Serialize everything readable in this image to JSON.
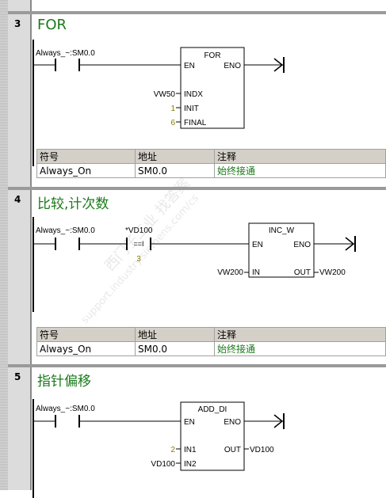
{
  "networks": [
    {
      "number": "3",
      "title": "FOR",
      "contact_label": "Always_~:SM0.0",
      "box": {
        "name": "FOR",
        "en": "EN",
        "eno": "ENO",
        "inputs": [
          {
            "operand": "VW50",
            "pin": "INDX"
          },
          {
            "operand": "1",
            "pin": "INIT"
          },
          {
            "operand": "6",
            "pin": "FINAL"
          }
        ]
      },
      "symbols": {
        "headers": [
          "符号",
          "地址",
          "注释"
        ],
        "rows": [
          [
            "Always_On",
            "SM0.0",
            "始终接通"
          ]
        ]
      }
    },
    {
      "number": "4",
      "title": "比较,计次数",
      "contact_label": "Always_~:SM0.0",
      "compare": {
        "operand1": "*VD100",
        "operator": "==I",
        "operand2": "3"
      },
      "box": {
        "name": "INC_W",
        "en": "EN",
        "eno": "ENO",
        "inputs": [
          {
            "operand": "VW200",
            "pin": "IN"
          }
        ],
        "outputs": [
          {
            "operand": "VW200",
            "pin": "OUT"
          }
        ]
      },
      "symbols": {
        "headers": [
          "符号",
          "地址",
          "注释"
        ],
        "rows": [
          [
            "Always_On",
            "SM0.0",
            "始终接通"
          ]
        ]
      }
    },
    {
      "number": "5",
      "title": "指针偏移",
      "contact_label": "Always_~:SM0.0",
      "box": {
        "name": "ADD_DI",
        "en": "EN",
        "eno": "ENO",
        "inputs": [
          {
            "operand": "2",
            "pin": "IN1"
          },
          {
            "operand": "VD100",
            "pin": "IN2"
          }
        ],
        "outputs": [
          {
            "operand": "VD100",
            "pin": "OUT"
          }
        ]
      }
    }
  ],
  "watermark": {
    "text1": "西门子工业  找答案",
    "text2": "support.industry.siemens.com/cs"
  },
  "colors": {
    "title_green": "#1b7a1b",
    "constant_olive": "#8a7a00",
    "gutter_gray": "#dcdcdc"
  }
}
